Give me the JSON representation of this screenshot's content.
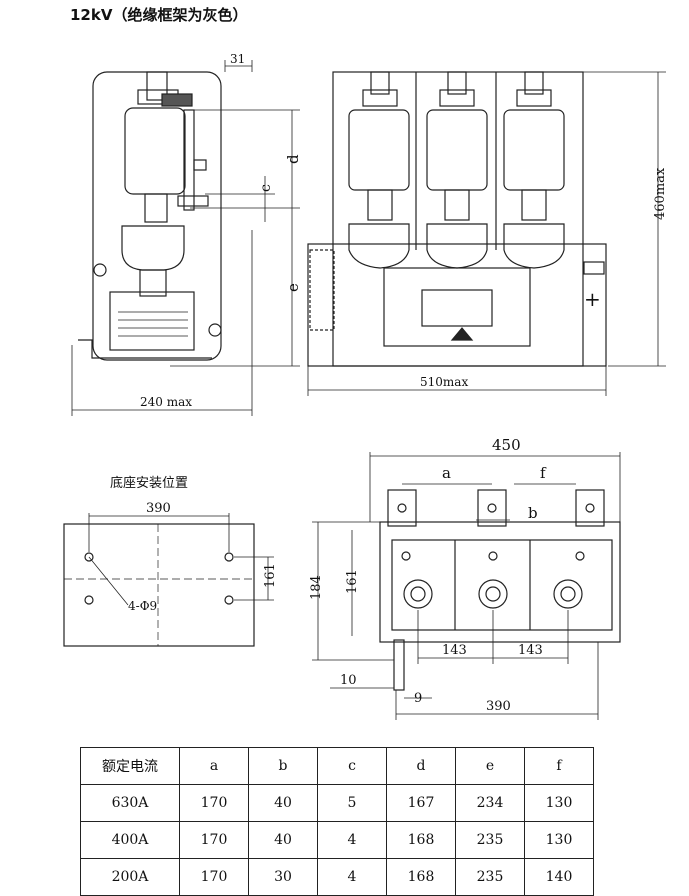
{
  "title": "12kV（绝缘框架为灰色）",
  "side_view": {
    "dim_31": "31",
    "dim_d": "d",
    "dim_c": "c",
    "dim_e": "e",
    "dim_240": "240 max"
  },
  "front_view": {
    "dim_460": "460max",
    "dim_510": "510max"
  },
  "base": {
    "title": "底座安装位置",
    "dim_390": "390",
    "dim_161": "161",
    "hole_label": "4-Φ9"
  },
  "bottom_view": {
    "dim_450": "450",
    "dim_a": "a",
    "dim_f": "f",
    "dim_b": "b",
    "dim_184": "184",
    "dim_161": "161",
    "dim_143a": "143",
    "dim_143b": "143",
    "dim_10": "10",
    "dim_9": "9",
    "dim_390": "390"
  },
  "table": {
    "headers": [
      "额定电流",
      "a",
      "b",
      "c",
      "d",
      "e",
      "f"
    ],
    "rows": [
      [
        "630A",
        "170",
        "40",
        "5",
        "167",
        "234",
        "130"
      ],
      [
        "400A",
        "170",
        "40",
        "4",
        "168",
        "235",
        "130"
      ],
      [
        "200A",
        "170",
        "30",
        "4",
        "168",
        "235",
        "140"
      ]
    ]
  }
}
